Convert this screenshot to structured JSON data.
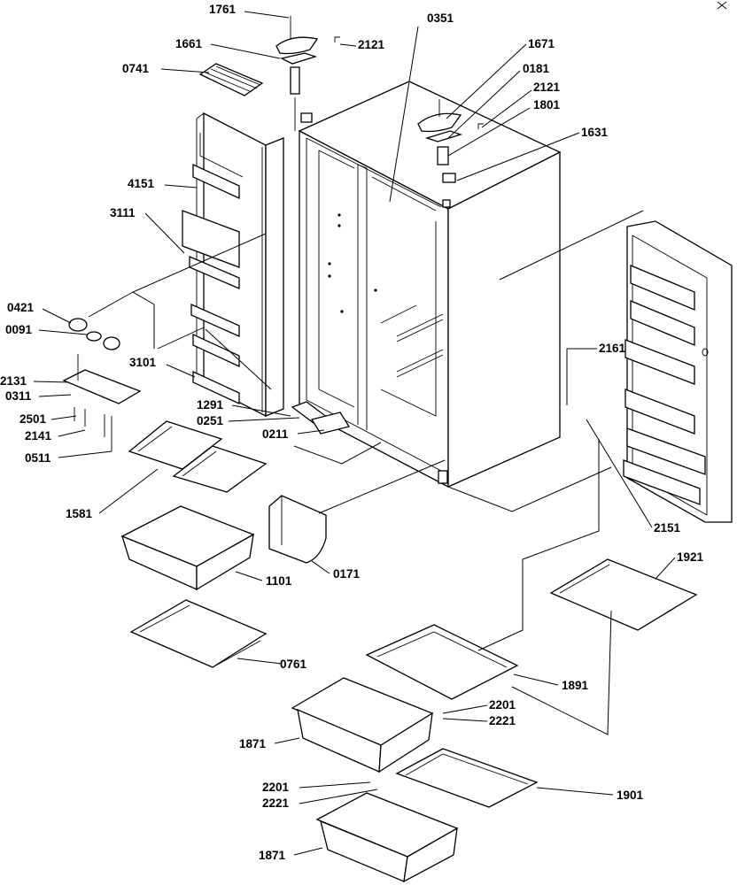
{
  "diagram": {
    "callouts": [
      {
        "id": "c1761",
        "text": "1761"
      },
      {
        "id": "c0351",
        "text": "0351"
      },
      {
        "id": "c1661",
        "text": "1661"
      },
      {
        "id": "c2121a",
        "text": "2121"
      },
      {
        "id": "c1671",
        "text": "1671"
      },
      {
        "id": "c0741",
        "text": "0741"
      },
      {
        "id": "c0181",
        "text": "0181"
      },
      {
        "id": "c2121b",
        "text": "2121"
      },
      {
        "id": "c1801",
        "text": "1801"
      },
      {
        "id": "c1631",
        "text": "1631"
      },
      {
        "id": "c4151",
        "text": "4151"
      },
      {
        "id": "c3111",
        "text": "3111"
      },
      {
        "id": "c0421",
        "text": "0421"
      },
      {
        "id": "c0091",
        "text": "0091"
      },
      {
        "id": "c3101",
        "text": "3101"
      },
      {
        "id": "c2161",
        "text": "2161"
      },
      {
        "id": "c2131",
        "text": "2131"
      },
      {
        "id": "c0311",
        "text": "0311"
      },
      {
        "id": "c1291",
        "text": "1291"
      },
      {
        "id": "c0251",
        "text": "0251"
      },
      {
        "id": "c2501",
        "text": "2501"
      },
      {
        "id": "c2141",
        "text": "2141"
      },
      {
        "id": "c0211",
        "text": "0211"
      },
      {
        "id": "c0511",
        "text": "0511"
      },
      {
        "id": "c1581",
        "text": "1581"
      },
      {
        "id": "c2151",
        "text": "2151"
      },
      {
        "id": "c1101",
        "text": "1101"
      },
      {
        "id": "c0171",
        "text": "0171"
      },
      {
        "id": "c1921",
        "text": "1921"
      },
      {
        "id": "c0761",
        "text": "0761"
      },
      {
        "id": "c1891",
        "text": "1891"
      },
      {
        "id": "c2201a",
        "text": "2201"
      },
      {
        "id": "c2221a",
        "text": "2221"
      },
      {
        "id": "c1871a",
        "text": "1871"
      },
      {
        "id": "c2201b",
        "text": "2201"
      },
      {
        "id": "c2221b",
        "text": "2221"
      },
      {
        "id": "c1901",
        "text": "1901"
      },
      {
        "id": "c1871b",
        "text": "1871"
      }
    ]
  }
}
